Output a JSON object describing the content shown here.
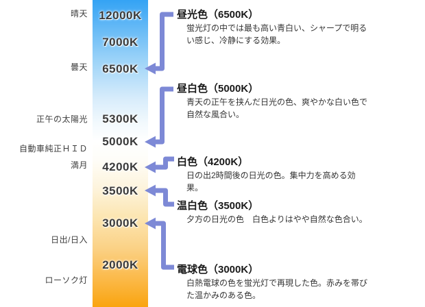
{
  "diagram": {
    "kelvin_bar": {
      "labels": [
        "12000K",
        "7000K",
        "6500K",
        "5300K",
        "5000K",
        "4200K",
        "3500K",
        "3000K",
        "2000K"
      ],
      "gradient_top_color": "#34a3f4",
      "gradient_middle_color": "#ffffff",
      "gradient_bottom_color": "#faa40f"
    },
    "reference_labels": [
      "晴天",
      "曇天",
      "正午の太陽光",
      "自動車純正ＨＩＤ",
      "満月",
      "日出/日入",
      "ローソク灯"
    ],
    "entries": [
      {
        "title": "昼光色（6500K）",
        "description": "蛍光灯の中では最も高い青白い、シャープで明るい感じ、冷静にする効果。",
        "points_to": "6500K"
      },
      {
        "title": "昼白色（5000K）",
        "description": "青天の正午を挟んだ日光の色、爽やかな白い色で自然な風合い。",
        "points_to": "5000K"
      },
      {
        "title": "白色（4200K）",
        "description": "日の出2時間後の日光の色。集中力を高める効果。",
        "points_to": "4200K"
      },
      {
        "title": "温白色（3500K）",
        "description": "夕方の日光の色　白色よりはやや自然な色合い。",
        "points_to": "3500K"
      },
      {
        "title": "電球色（3000K）",
        "description": "白熱電球の色を蛍光灯で再現した色。赤みを帯びた温かみのある色。",
        "points_to": "3000K"
      }
    ],
    "arrow_color": "#7d89d6"
  }
}
